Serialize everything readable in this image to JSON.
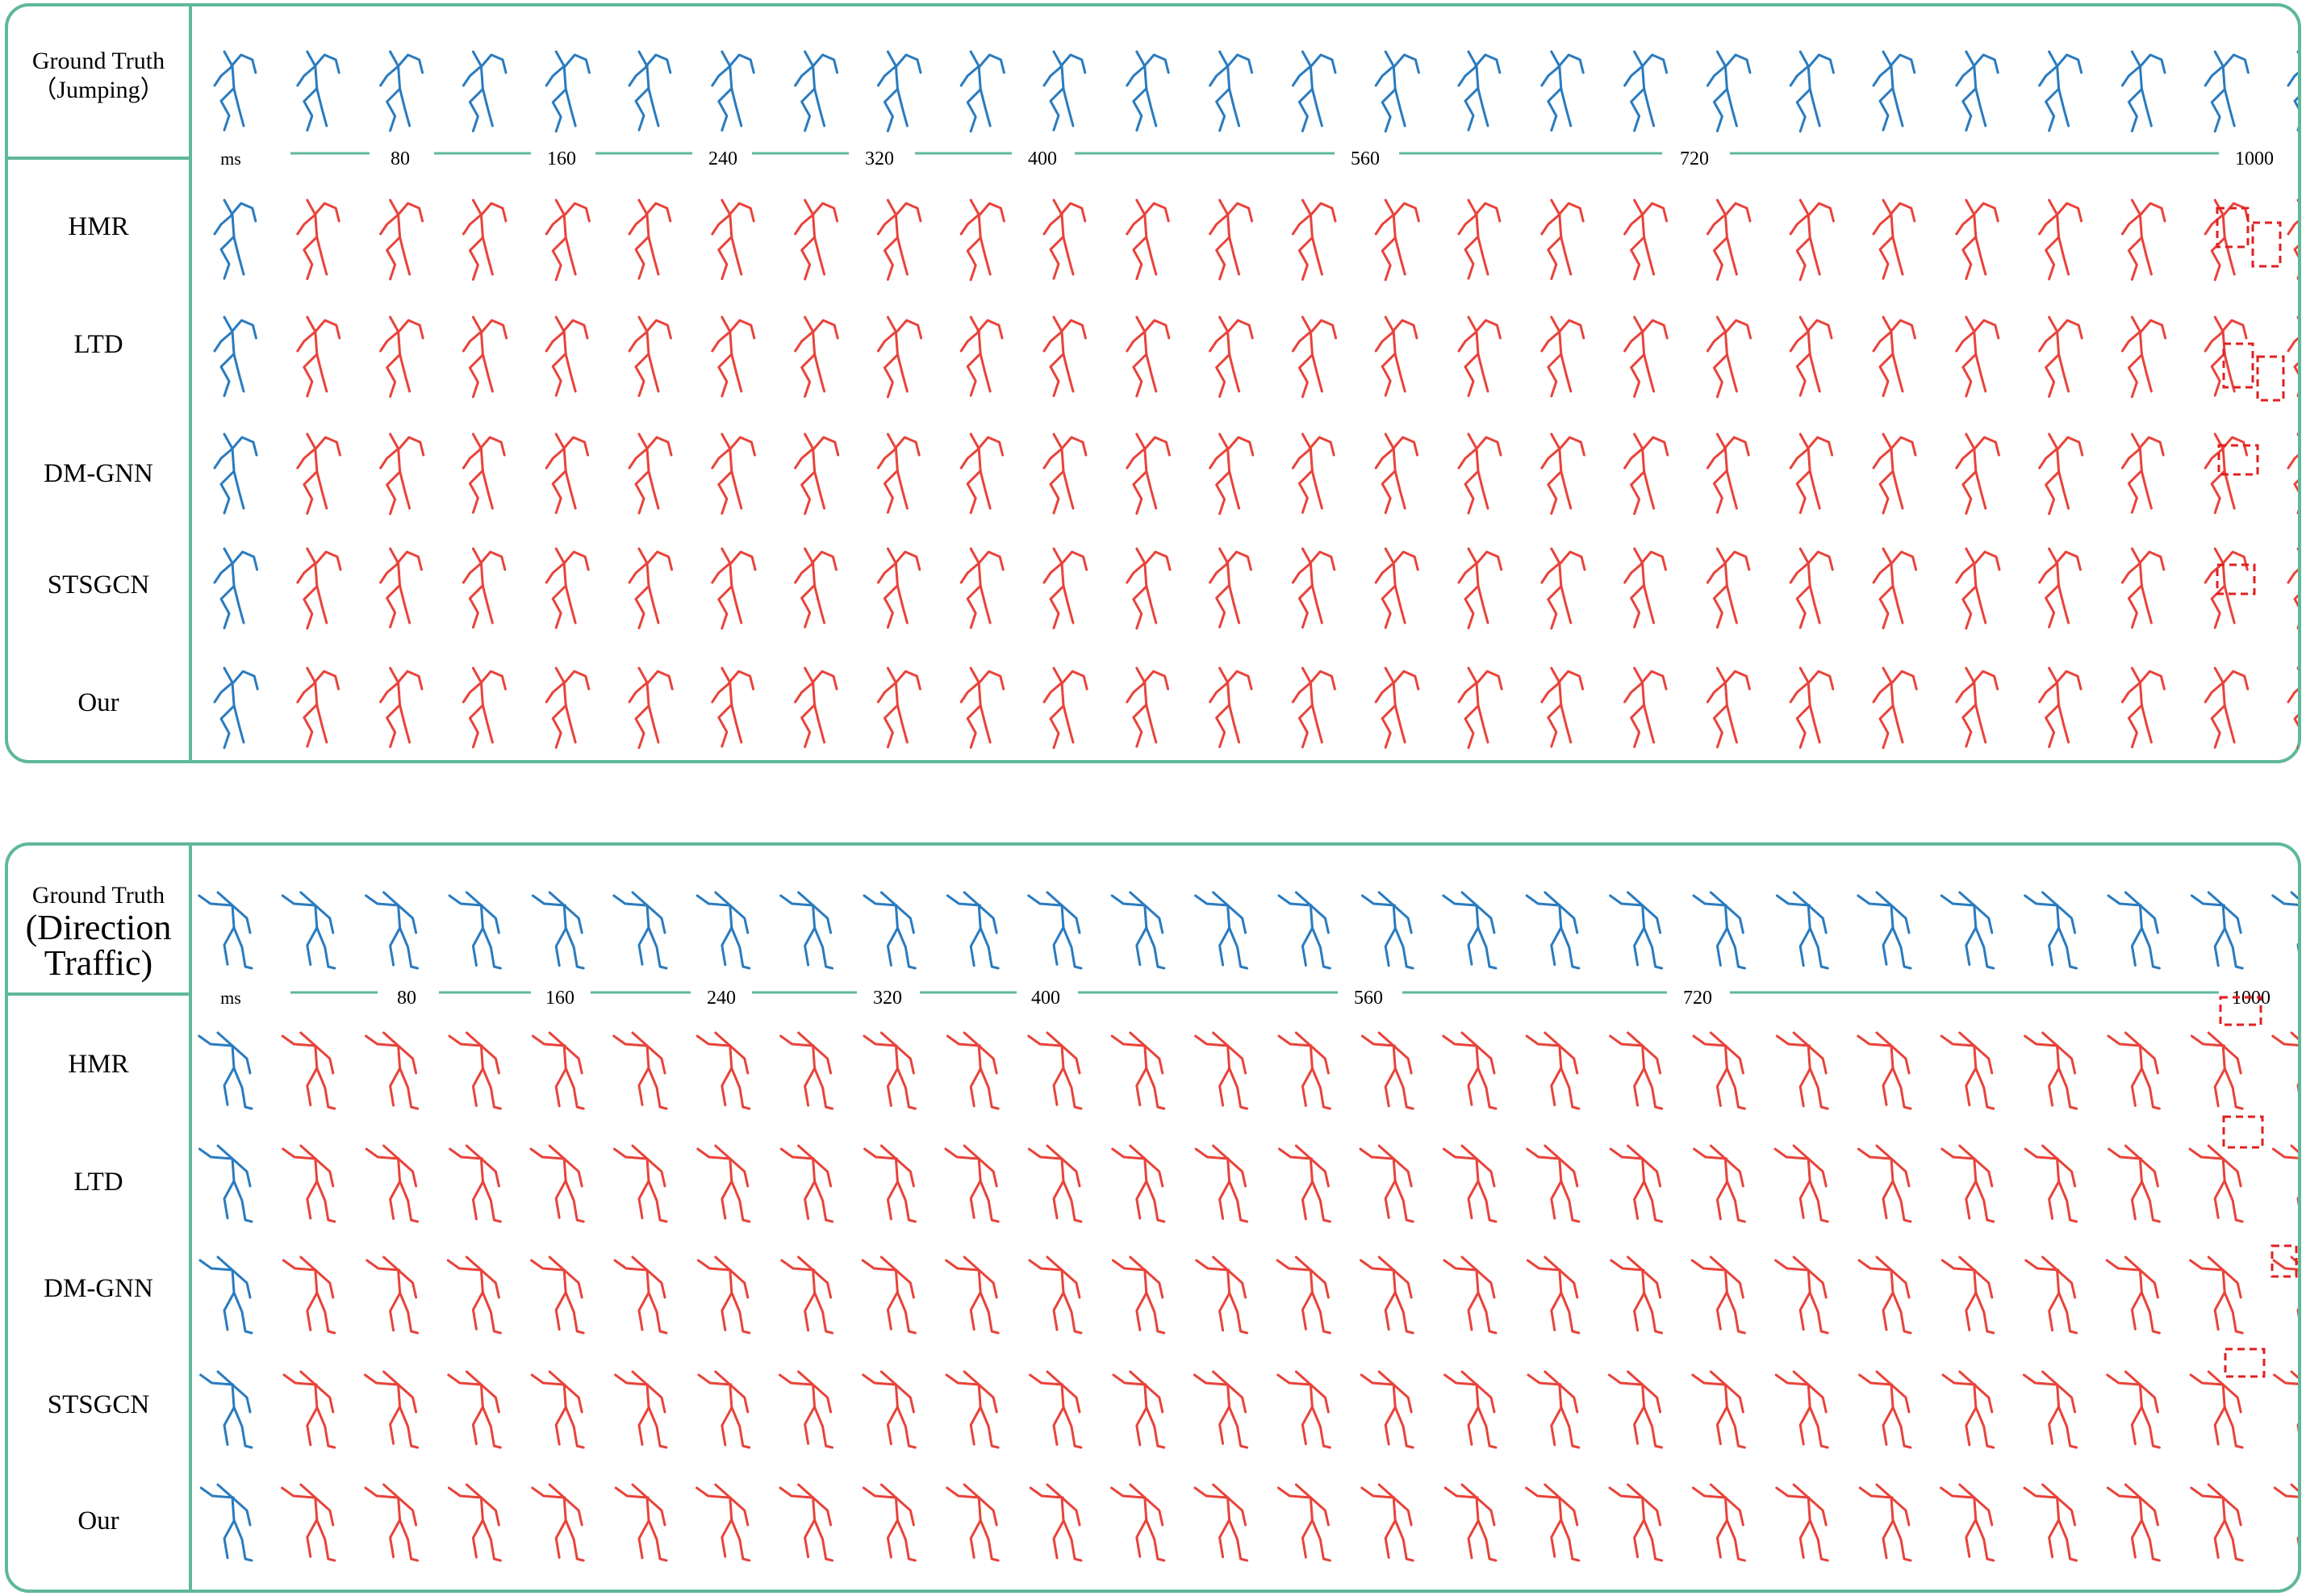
{
  "colors": {
    "frame": "#5fb89a",
    "ground_truth": "#2a7bbf",
    "prediction": "#e8433a",
    "error_box": "#e02020"
  },
  "panels": [
    {
      "gt_label": "Ground Truth",
      "gt_sub": "（Jumping）",
      "methods": [
        "HMR",
        "LTD",
        "DM-GNN",
        "STSGCN",
        "Our"
      ],
      "timeline_unit": "ms",
      "timeline_ticks": [
        "80",
        "160",
        "240",
        "320",
        "400",
        "560",
        "720",
        "1000"
      ],
      "pose": "jumping",
      "error_boxes": [
        {
          "row": 0,
          "count": 2
        },
        {
          "row": 1,
          "count": 2
        },
        {
          "row": 2,
          "count": 1
        },
        {
          "row": 3,
          "count": 1
        }
      ]
    },
    {
      "gt_label": "Ground Truth",
      "gt_sub": "(Direction Traffic)",
      "gt_sub_line1": "(Direction",
      "gt_sub_line2": "Traffic)",
      "methods": [
        "HMR",
        "LTD",
        "DM-GNN",
        "STSGCN",
        "Our"
      ],
      "timeline_unit": "ms",
      "timeline_ticks": [
        "80",
        "160",
        "240",
        "320",
        "400",
        "560",
        "720",
        "1000"
      ],
      "pose": "traffic",
      "error_boxes": [
        {
          "row": 0,
          "count": 1
        },
        {
          "row": 1,
          "count": 1
        },
        {
          "row": 2,
          "count": 1
        },
        {
          "row": 3,
          "count": 1
        }
      ]
    }
  ]
}
